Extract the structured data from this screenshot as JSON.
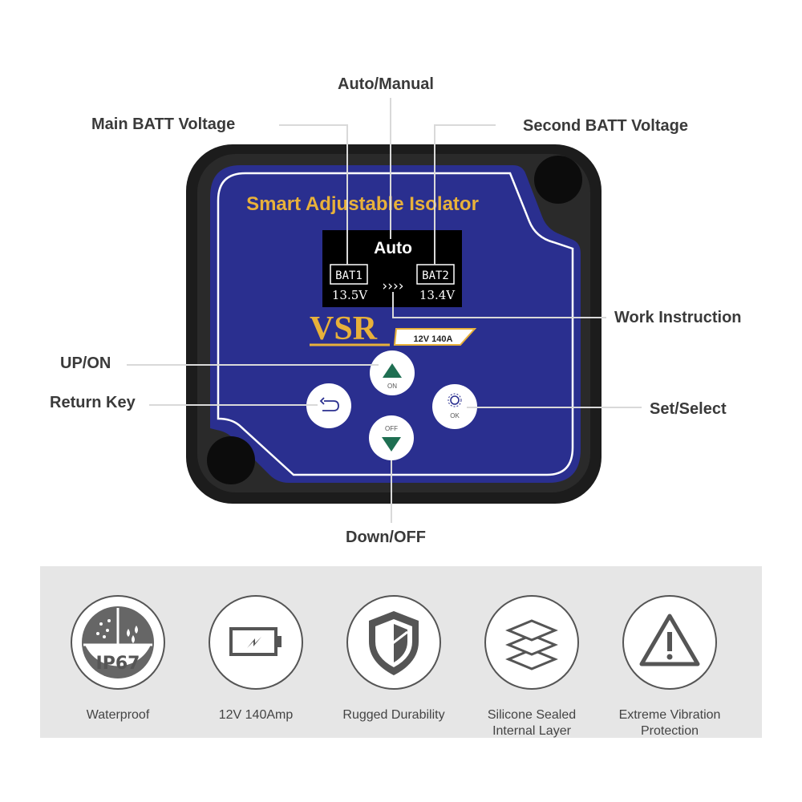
{
  "callouts": {
    "auto_manual": "Auto/Manual",
    "main_batt": "Main BATT Voltage",
    "second_batt": "Second BATT Voltage",
    "work_instruction": "Work Instruction",
    "up_on": "UP/ON",
    "return_key": "Return Key",
    "set_select": "Set/Select",
    "down_off": "Down/OFF"
  },
  "device": {
    "product_title": "Smart Adjustable Isolator",
    "brand": "VSR",
    "rating": "12V 140A",
    "display": {
      "mode": "Auto",
      "bat1_label": "BAT1",
      "bat1_voltage": "13.5V",
      "flow_arrows": "››››",
      "bat2_label": "BAT2",
      "bat2_voltage": "13.4V"
    },
    "buttons": {
      "up_label": "ON",
      "down_label": "OFF",
      "ok_label": "OK"
    }
  },
  "features": [
    {
      "icon": "ip67-waterproof-icon",
      "icon_text": "IP67",
      "lines": [
        "Waterproof"
      ]
    },
    {
      "icon": "battery-icon",
      "lines": [
        "12V 140Amp"
      ]
    },
    {
      "icon": "shield-icon",
      "lines": [
        "Rugged Durability"
      ]
    },
    {
      "icon": "layers-icon",
      "lines": [
        "Silicone Sealed",
        "Internal Layer"
      ]
    },
    {
      "icon": "warning-icon",
      "lines": [
        "Extreme Vibration",
        "Protection"
      ]
    }
  ],
  "colors": {
    "panel_blue": "#2a2f8f",
    "housing_black": "#1c1c1c",
    "title_gold": "#e8b13a",
    "button_green": "#1f6f52"
  }
}
